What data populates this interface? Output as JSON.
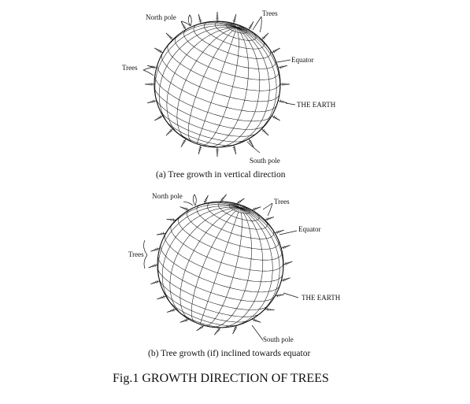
{
  "figure": {
    "title": "Fig.1  GROWTH DIRECTION OF TREES",
    "panel_a": {
      "caption": "(a)  Tree growth in vertical direction",
      "labels": {
        "north_pole": "North pole",
        "trees_top": "Trees",
        "trees_left": "Trees",
        "equator": "Equator",
        "earth": "THE EARTH",
        "south_pole": "South pole"
      }
    },
    "panel_b": {
      "caption": "(b) Tree growth (if) inclined towards equator",
      "labels": {
        "north_pole": "North pole",
        "trees_top": "Trees",
        "trees_left": "Trees",
        "equator": "Equator",
        "earth": "THE EARTH",
        "south_pole": "South pole"
      }
    }
  },
  "style": {
    "ink": "#111111",
    "background": "#ffffff"
  }
}
